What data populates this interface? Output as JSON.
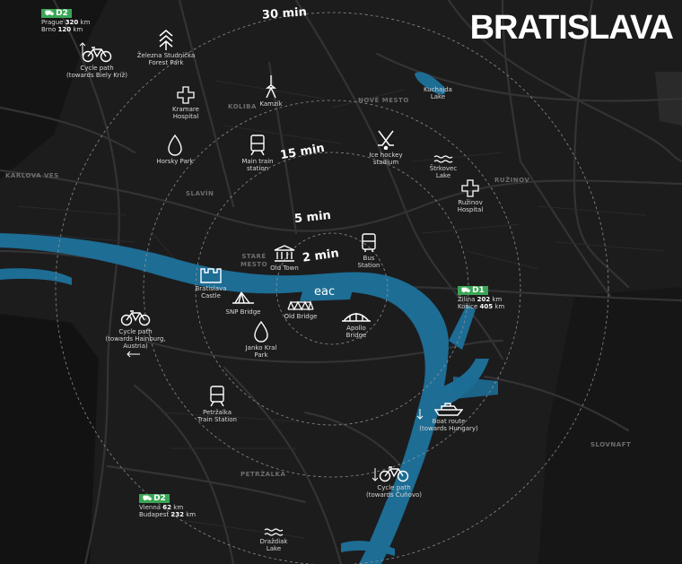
{
  "title": "BRATISLAVA",
  "colors": {
    "background": "#1c1c1d",
    "water": "#1d6d95",
    "highway": "#3aa655",
    "road": "#323234",
    "rings": "#9a9a9a"
  },
  "rings": [
    {
      "label": "2 min",
      "icon": "ring-2min"
    },
    {
      "label": "5 min",
      "icon": "ring-5min"
    },
    {
      "label": "15 min",
      "icon": "ring-15min"
    },
    {
      "label": "30 min",
      "icon": "ring-30min"
    }
  ],
  "districts": [
    "KARLOVA VES",
    "KOLIBA",
    "NOVÉ MESTO",
    "SLAVÍN",
    "STARÉ MESTO",
    "RUŽINOV",
    "PETRŽALKA",
    "SLOVNAFT"
  ],
  "center_logo": "eac",
  "pois": [
    {
      "label": "Železna Studnička\nForest Park",
      "icon": "forest-icon"
    },
    {
      "label": "Kramare\nHospital",
      "icon": "hospital-icon"
    },
    {
      "label": "Kamzík",
      "icon": "tv-tower-icon"
    },
    {
      "label": "Kuchajda\nLake",
      "icon": "lake-icon"
    },
    {
      "label": "Horsky Park",
      "icon": "park-icon"
    },
    {
      "label": "Main train\nstation",
      "icon": "train-icon"
    },
    {
      "label": "Ice hockey\nstadium",
      "icon": "hockey-icon"
    },
    {
      "label": "Štrkovec\nLake",
      "icon": "lake-icon"
    },
    {
      "label": "Ružinov\nHospital",
      "icon": "hospital-icon"
    },
    {
      "label": "Old Town",
      "icon": "museum-icon"
    },
    {
      "label": "Bus\nStation",
      "icon": "bus-icon"
    },
    {
      "label": "Bratislava\nCastle",
      "icon": "castle-icon"
    },
    {
      "label": "SNP Bridge",
      "icon": "snp-bridge-icon"
    },
    {
      "label": "Old Bridge",
      "icon": "truss-bridge-icon"
    },
    {
      "label": "Apollo\nBridge",
      "icon": "arch-bridge-icon"
    },
    {
      "label": "Janko Kral\nPark",
      "icon": "park-icon"
    },
    {
      "label": "Petržalka\nTrain Station",
      "icon": "train-icon"
    },
    {
      "label": "Boat route\n(towards Hungary)",
      "icon": "boat-icon"
    },
    {
      "label": "Cycle path\n(towards Biely Kríž)",
      "icon": "bicycle-icon"
    },
    {
      "label": "Cycle path\n(towards Hainburg,\nAustria)",
      "icon": "bicycle-icon"
    },
    {
      "label": "Cycle path\n(towards Čuňovo)",
      "icon": "bicycle-icon"
    },
    {
      "label": "Draždiak\nLake",
      "icon": "lake-icon"
    }
  ],
  "highways": [
    {
      "badge": "D2",
      "lines": [
        {
          "city": "Prague",
          "km": "320",
          "unit": "km"
        },
        {
          "city": "Brno",
          "km": "120",
          "unit": "km"
        }
      ]
    },
    {
      "badge": "D1",
      "lines": [
        {
          "city": "Žilina",
          "km": "202",
          "unit": "km"
        },
        {
          "city": "Košice",
          "km": "405",
          "unit": "km"
        }
      ]
    },
    {
      "badge": "D2",
      "lines": [
        {
          "city": "Vienna",
          "km": "62",
          "unit": "km"
        },
        {
          "city": "Budapest",
          "km": "232",
          "unit": "km"
        }
      ]
    }
  ]
}
